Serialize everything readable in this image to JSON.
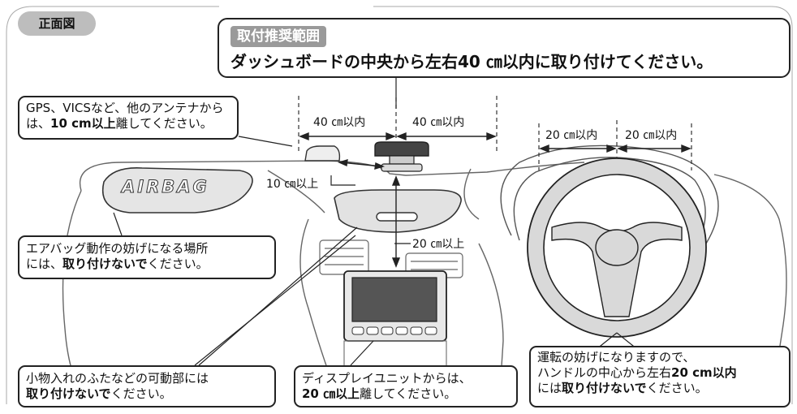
{
  "front_view_label": "正面図",
  "top_callout": {
    "tag": "取付推奨範囲",
    "headline": "ダッシュボードの中央から左右40 ㎝以内に取り付けてください。"
  },
  "gps_callout": {
    "line1": "GPS、VICSなど、他のアンテナから",
    "line2_pre": "は、",
    "line2_bold": "10 cm以上",
    "line2_post": "離してください。"
  },
  "airbag_text": "AIRBAG",
  "airbag_callout": {
    "line1": "エアバッグ動作の妨げになる場所",
    "line2_pre": "には、",
    "line2_bold": "取り付けないで",
    "line2_post": "ください。"
  },
  "movable_callout": {
    "line1": "小物入れのふたなどの可動部には",
    "line2_bold": "取り付けないで",
    "line2_post": "ください。"
  },
  "display_callout": {
    "line1": "ディスプレイユニットからは、",
    "line2_bold": "20 ㎝以上",
    "line2_post": "離してください。"
  },
  "steering_callout": {
    "line1": "運転の妨げになりますので、",
    "line2_pre": "ハンドルの中心から左右",
    "line2_bold": "20 cm以内",
    "line3_pre": "には",
    "line3_bold": "取り付けないで",
    "line3_post": "ください。"
  },
  "dimensions": {
    "left_40": "40 ㎝以内",
    "right_40": "40 ㎝以内",
    "left_20": "20 ㎝以内",
    "right_20": "20 ㎝以内",
    "antenna_gap": "10 ㎝以上",
    "display_gap": "20 ㎝以上"
  }
}
